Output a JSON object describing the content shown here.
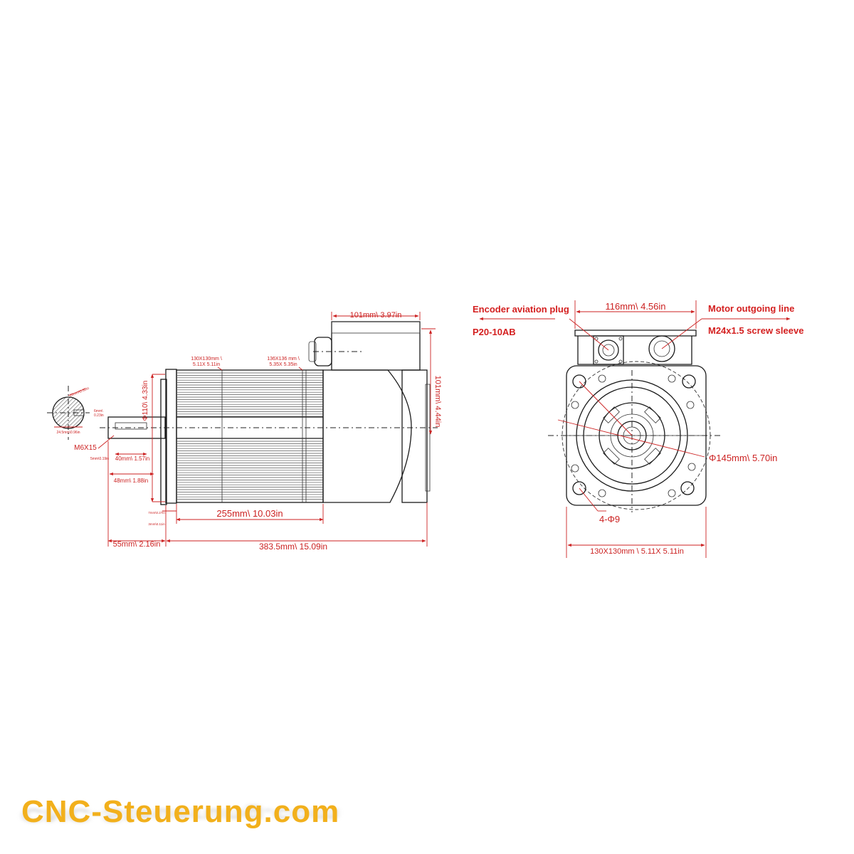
{
  "side_view": {
    "encoder_box_width": "101mm\\ 3.97in",
    "height_total": "101mm\\ 4.44in",
    "flange_size": [
      "130X130mm \\",
      "5.11X 5.11in"
    ],
    "housing_size": [
      "136X136 mm \\",
      "5.35X 5.35in"
    ],
    "pilot_diameter": "Φ110\\ 4.33in",
    "shaft_thread": "M6X15",
    "shaft_diameter": "24.5mm\\0.96in",
    "key_depth": "20mm\\0.80in",
    "key_width": [
      "6mm\\",
      "0.23in"
    ],
    "key_length": "40mm\\ 1.57in",
    "key_offset": "5mm\\0.19in",
    "shaft_key_span": "48mm\\ 1.88in",
    "flange_thickness": "7mm\\0.27in",
    "pilot_depth": "3mm\\0.11in",
    "body_length": "255mm\\  10.03in",
    "shaft_length": "55mm\\  2.16in",
    "total_length": "383.5mm\\  15.09in"
  },
  "front_view": {
    "top_width": "116mm\\ 4.56in",
    "encoder_label": "Encoder aviation plug",
    "encoder_code": "P20-10AB",
    "motor_label": "Motor outgoing line",
    "motor_code": "M24x1.5 screw sleeve",
    "bolt_circle": "Φ145mm\\  5.70in",
    "holes": "4-Φ9",
    "flange": "130X130mm \\ 5.11X 5.11in"
  },
  "brand": "CNC-Steuerung.com",
  "colors": {
    "dimension": "#cc2222",
    "brand": "#f2b01c",
    "outline": "#1a1a1a"
  }
}
